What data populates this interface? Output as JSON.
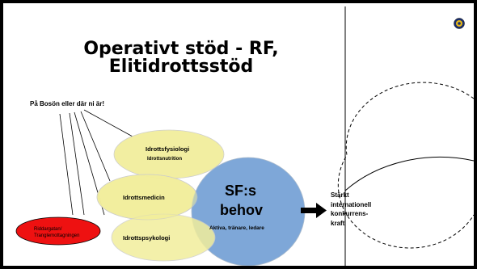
{
  "slide": {
    "title_line1": "Operativt stöd - RF,",
    "title_line2": "Elitidrottsstöd",
    "subtitle": "På Bosön eller där ni är!"
  },
  "diagram": {
    "idrottsfysiologi": "Idrottsfysiologi",
    "idrottsnutrition": "Idrottsnutrition",
    "idrottsmedicin": "Idrottsmedicin",
    "idrottspsykologi": "Idrottspsykologi",
    "sf_line1": "SF:s",
    "sf_line2": "behov",
    "sf_roles": "Aktiva, tränare, ledare",
    "red_line1": "Riddargatan/",
    "red_line2": "Tranglemottagningen",
    "result_line1": "Stärkt",
    "result_line2": "internationell",
    "result_line3": "konkurrens-",
    "result_line4": "kraft"
  },
  "colors": {
    "yellow": "#f2ee9c",
    "blue": "#7ea7d8",
    "red": "#ee1111"
  },
  "icons": {
    "logo": "emblem-icon",
    "arrow": "right-arrow-icon"
  }
}
